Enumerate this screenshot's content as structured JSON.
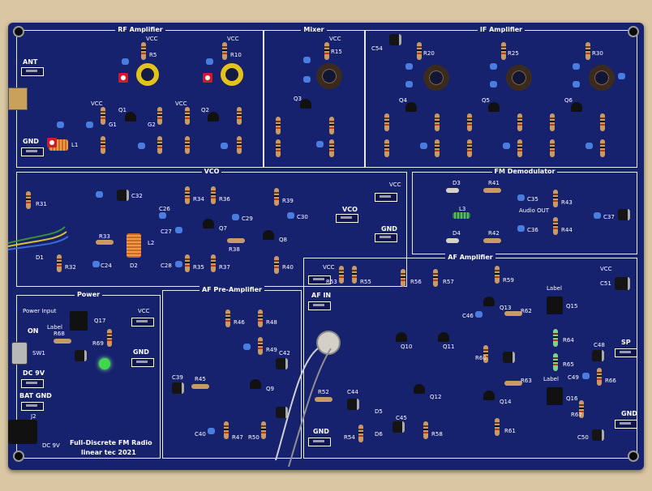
{
  "board": {
    "sections": {
      "rf_amplifier": "RF Amplifier",
      "mixer": "Mixer",
      "if_amplifier": "IF Amplifier",
      "vco": "VCO",
      "fm_demodulator": "FM Demodulator",
      "power": "Power",
      "af_preamp": "AF Pre-Amplifier",
      "af_amplifier": "AF Amplifier"
    },
    "connectors": {
      "ant": "ANT",
      "gnd": "GND",
      "vcc": "VCC",
      "vco_out": "VCO",
      "audio_out": "Audio OUT",
      "af_in": "AF IN",
      "sp": "SP",
      "power_input": "Power Input",
      "label": "Label",
      "on": "ON",
      "sw1": "SW1",
      "dc9v": "DC 9V",
      "bat_gnd": "BAT GND",
      "j2": "J2"
    },
    "refs": {
      "q1": "Q1",
      "q2": "Q2",
      "q3": "Q3",
      "q4": "Q4",
      "q5": "Q5",
      "q6": "Q6",
      "q7": "Q7",
      "q8": "Q8",
      "q9": "Q9",
      "q10": "Q10",
      "q11": "Q11",
      "q12": "Q12",
      "q13": "Q13",
      "q14": "Q14",
      "q15": "Q15",
      "q16": "Q16",
      "q17": "Q17",
      "r5": "R5",
      "r10": "R10",
      "r15": "R15",
      "r20": "R20",
      "r25": "R25",
      "r30": "R30",
      "r31": "R31",
      "r32": "R32",
      "r33": "R33",
      "r34": "R34",
      "r35": "R35",
      "r36": "R36",
      "r37": "R37",
      "r38": "R38",
      "r39": "R39",
      "r40": "R40",
      "r41": "R41",
      "r42": "R42",
      "r43": "R43",
      "r44": "R44",
      "r45": "R45",
      "r46": "R46",
      "r47": "R47",
      "r48": "R48",
      "r49": "R49",
      "r50": "R50",
      "r52": "R52",
      "r53": "R53",
      "r54": "R54",
      "r55": "R55",
      "r56": "R56",
      "r57": "R57",
      "r58": "R58",
      "r59": "R59",
      "r60": "R60",
      "r61": "R61",
      "r62": "R62",
      "r63": "R63",
      "r64": "R64",
      "r65": "R65",
      "r66": "R66",
      "r67": "R67",
      "r68": "R68",
      "r69": "R69",
      "c24": "C24",
      "c26": "C26",
      "c27": "C27",
      "c28": "C28",
      "c29": "C29",
      "c30": "C30",
      "c32": "C32",
      "c35": "C35",
      "c36": "C36",
      "c37": "C37",
      "c39": "C39",
      "c40": "C40",
      "c42": "C42",
      "c44": "C44",
      "c45": "C45",
      "c46": "C46",
      "c48": "C48",
      "c49": "C49",
      "c50": "C50",
      "c51": "C51",
      "c54": "C54",
      "l1": "L1",
      "l2": "L2",
      "l3": "L3",
      "d1": "D1",
      "d2": "D2",
      "d3": "D3",
      "d4": "D4",
      "d5": "D5",
      "d6": "D6",
      "g1": "G1",
      "g2": "G2"
    },
    "footer": {
      "line1": "Full-Discrete FM Radio",
      "line2": "linear tec 2021"
    }
  }
}
